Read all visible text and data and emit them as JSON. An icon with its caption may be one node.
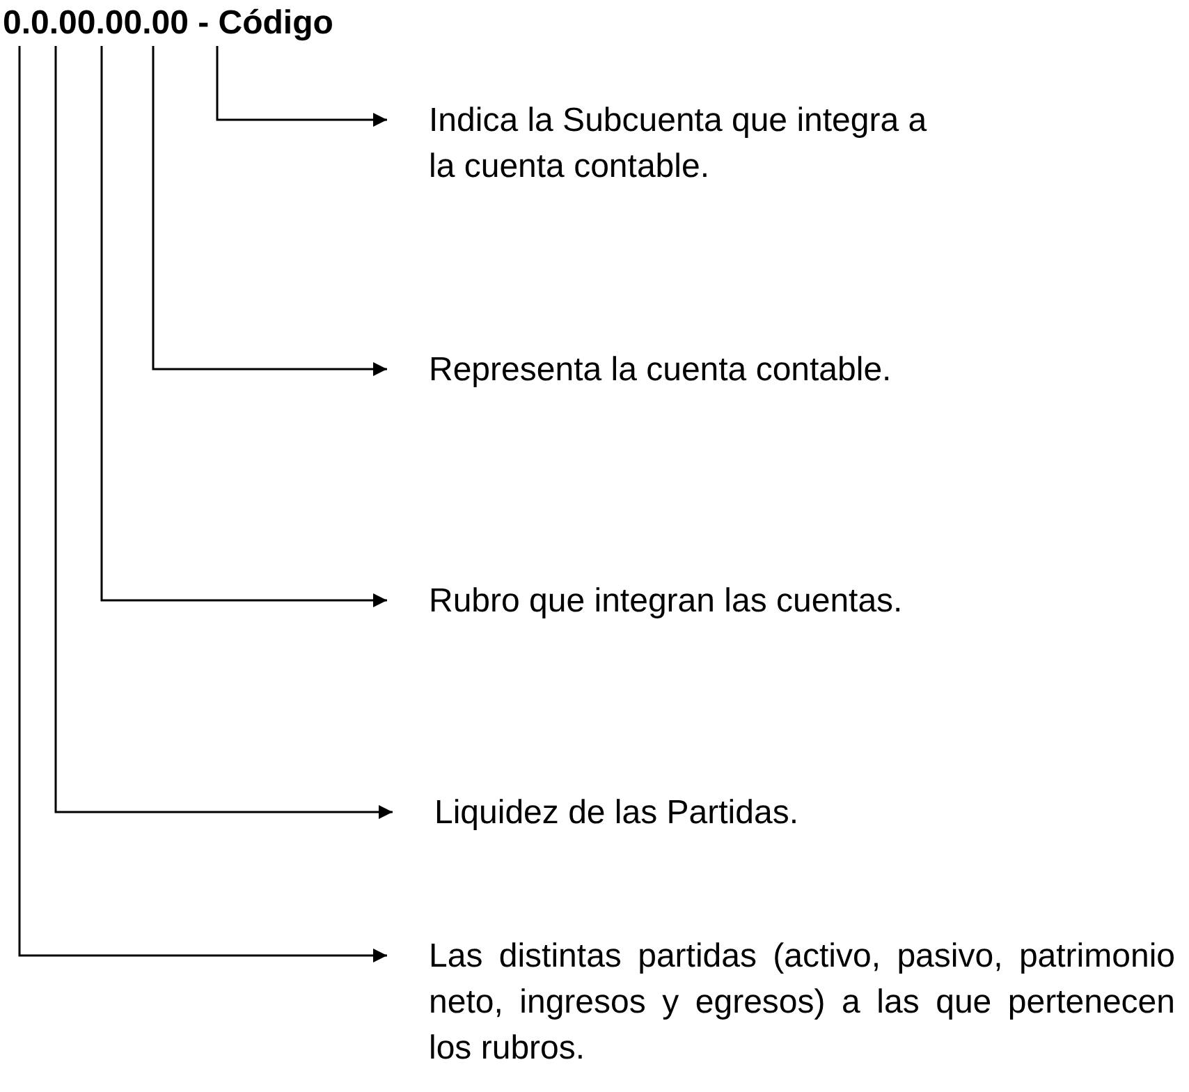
{
  "diagram": {
    "nodes": [
      {
        "text": [
          "0.0.00.00.00 - Código"
        ]
      },
      {
        "text": [
          "Indica la Subcuenta que integra a la cuenta contable."
        ]
      },
      {
        "text": [
          "Representa la cuenta contable."
        ]
      },
      {
        "text": [
          "Rubro que integran las cuentas."
        ]
      },
      {
        "text": [
          "Liquidez de las Partidas."
        ]
      },
      {
        "text": [
          "Las distintas partidas (activo, pasivo, patrimonio neto, ingresos y egresos) a las que pertenecen los rubros."
        ]
      }
    ],
    "edges": [
      {
        "from": 0,
        "to": 1,
        "arrow": "to"
      },
      {
        "from": 0,
        "to": 2,
        "arrow": "to"
      },
      {
        "from": 0,
        "to": 3,
        "arrow": "to"
      },
      {
        "from": 0,
        "to": 4,
        "arrow": "to"
      },
      {
        "from": 0,
        "to": 5,
        "arrow": "to"
      }
    ]
  }
}
